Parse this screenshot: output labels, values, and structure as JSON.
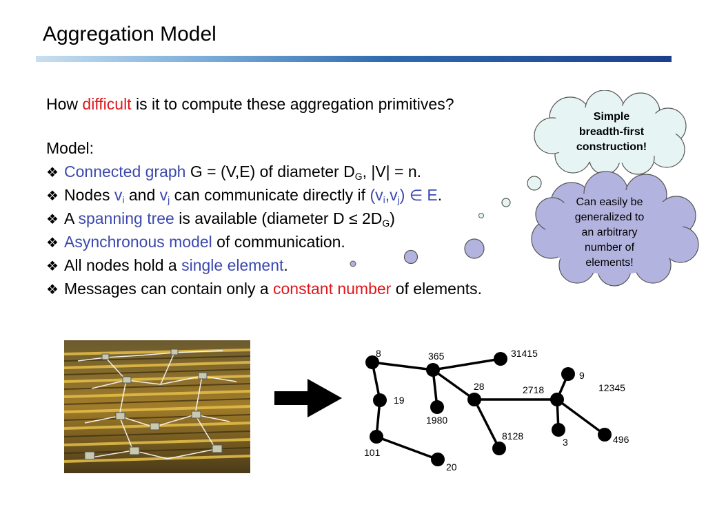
{
  "title": "Aggregation Model",
  "question": {
    "pre": "How ",
    "highlight": "difficult",
    "post": " is it to compute these aggregation primitives?"
  },
  "model_label": "Model:",
  "bullet_symbol": "❖",
  "bullets": {
    "b1": {
      "blue": "Connected graph",
      "text1": " G = (V,E) of diameter D",
      "sub": "G",
      "text2": ", |V| = n."
    },
    "b2": {
      "text1": "Nodes ",
      "v1": "v",
      "sub1": "i",
      "text2": " and ",
      "v2": "v",
      "sub2": "j",
      "text3": " can communicate directly if ",
      "pair_open": "(v",
      "pair_sub1": "i",
      "pair_mid": ",v",
      "pair_sub2": "j",
      "pair_close": ")",
      "elem": "∈",
      "set": "E",
      "end": "."
    },
    "b3": {
      "text1": "A ",
      "blue": "spanning tree",
      "text2": " is available (diameter D ≤ 2D",
      "sub": "G",
      "text3": ")"
    },
    "b4": {
      "blue": "Asynchronous model",
      "text": " of communication."
    },
    "b5": {
      "text1": "All nodes hold a ",
      "blue": "single element",
      "text2": "."
    },
    "b6": {
      "text1": "Messages can contain only a ",
      "red": "constant number",
      "text2": " of elements."
    }
  },
  "callouts": {
    "simple": {
      "lines": [
        "Simple",
        "breadth-first",
        "construction!"
      ],
      "fill": "#e6f4f4"
    },
    "general": {
      "lines": [
        "Can easily be",
        "generalized to",
        "an arbitrary",
        "number of",
        "elements!"
      ],
      "fill": "#b3b3e0"
    }
  },
  "tree_labels": [
    "8",
    "365",
    "31415",
    "19",
    "28",
    "2718",
    "9",
    "12345",
    "1980",
    "8128",
    "3",
    "496",
    "101",
    "20"
  ],
  "colors": {
    "accent_red": "#e0161b",
    "accent_blue": "#3c49ad",
    "title_bar": "#1c3f8c"
  }
}
